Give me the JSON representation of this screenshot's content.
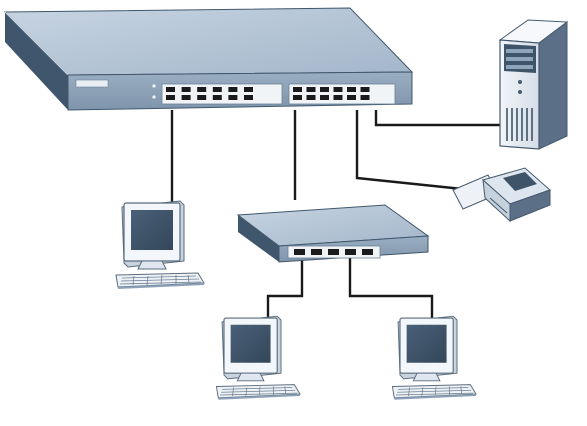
{
  "diagram": {
    "type": "network-topology",
    "nodes": [
      {
        "id": "main-switch",
        "kind": "switch",
        "icon": "switch-24-port-icon",
        "ports": 24
      },
      {
        "id": "small-switch",
        "kind": "switch",
        "icon": "switch-5-port-icon",
        "ports": 5
      },
      {
        "id": "server",
        "kind": "server",
        "icon": "tower-server-icon"
      },
      {
        "id": "printer",
        "kind": "printer",
        "icon": "printer-icon"
      },
      {
        "id": "pc-1",
        "kind": "computer",
        "icon": "desktop-computer-icon"
      },
      {
        "id": "pc-2",
        "kind": "computer",
        "icon": "desktop-computer-icon"
      },
      {
        "id": "pc-3",
        "kind": "computer",
        "icon": "desktop-computer-icon"
      }
    ],
    "links": [
      {
        "from": "main-switch",
        "to": "pc-1"
      },
      {
        "from": "main-switch",
        "to": "small-switch"
      },
      {
        "from": "main-switch",
        "to": "printer"
      },
      {
        "from": "main-switch",
        "to": "server"
      },
      {
        "from": "small-switch",
        "to": "pc-2"
      },
      {
        "from": "small-switch",
        "to": "pc-3"
      }
    ],
    "colors": {
      "device_top": "#b7c7d8",
      "device_front": "#8da2b8",
      "device_side": "#3f566d",
      "screen": "#3d5266",
      "monitor_frame": "#f3f6fa",
      "port": "#1b1b1b",
      "cable": "#1a1a1a"
    }
  }
}
